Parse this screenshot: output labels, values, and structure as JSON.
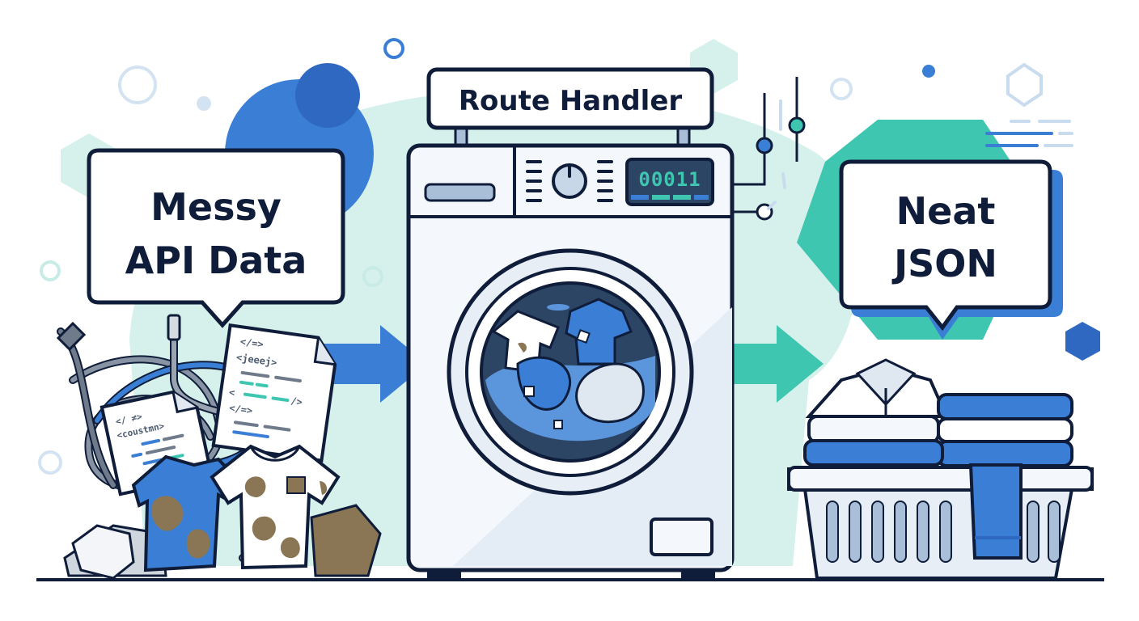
{
  "illustration": {
    "left_label": {
      "line1": "Messy",
      "line2": "API Data"
    },
    "center_label": "Route Handler",
    "right_label": {
      "line1": "Neat",
      "line2": "JSON"
    },
    "machine_display": "00011",
    "paper_code_left": {
      "line1": "</ ≠>",
      "line2": "<coustmn>"
    },
    "paper_code_right": {
      "line1": "</=>",
      "line2": "<jeeej>",
      "line3": "<",
      "line4": "/>",
      "line5": "</=>"
    }
  },
  "colors": {
    "outline": "#0f1d3a",
    "blue": "#3a7fd5",
    "dark_blue": "#2f68c0",
    "teal": "#3ec6b0",
    "mint_bg": "#d6f1ec",
    "stain": "#8a7654",
    "machine_body": "#f4f7fb"
  }
}
